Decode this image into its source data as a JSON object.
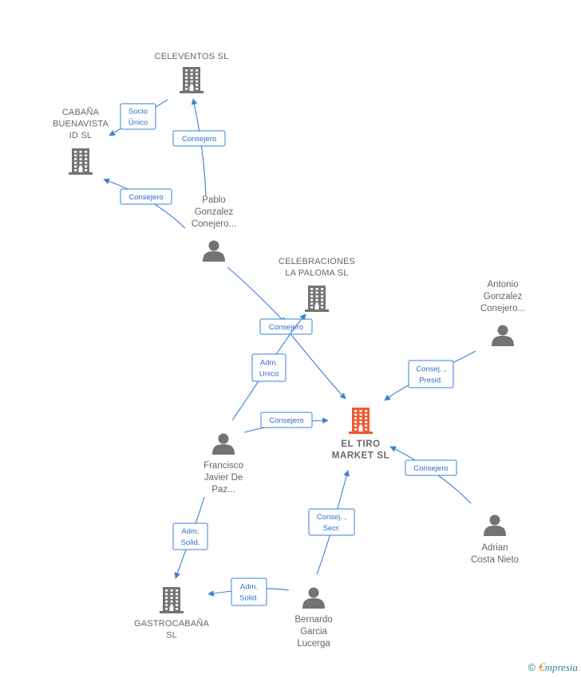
{
  "colors": {
    "company": "#737373",
    "person": "#737373",
    "center": "#f0582f",
    "edge": "#3a80d8"
  },
  "nodes": [
    {
      "id": "celeventos",
      "kind": "company",
      "label": [
        "CELEVENTOS SL"
      ]
    },
    {
      "id": "cabana",
      "kind": "company",
      "label": [
        "CABAÑA",
        "BUENAVISTA",
        "ID  SL"
      ]
    },
    {
      "id": "pablo",
      "kind": "person",
      "label": [
        "Pablo",
        "Gonzalez",
        "Conejero..."
      ]
    },
    {
      "id": "celebraciones",
      "kind": "company",
      "label": [
        "CELEBRACIONES",
        "LA PALOMA  SL"
      ]
    },
    {
      "id": "antonio",
      "kind": "person",
      "label": [
        "Antonio",
        "Gonzalez",
        "Conejero..."
      ]
    },
    {
      "id": "eltiro",
      "kind": "center",
      "label": [
        "EL TIRO",
        "MARKET  SL"
      ]
    },
    {
      "id": "francisco",
      "kind": "person",
      "label": [
        "Francisco",
        "Javier De",
        "Paz..."
      ]
    },
    {
      "id": "adrian",
      "kind": "person",
      "label": [
        "Adrian",
        "Costa Nieto"
      ]
    },
    {
      "id": "gastro",
      "kind": "company",
      "label": [
        "GASTROCABAÑA",
        "SL"
      ]
    },
    {
      "id": "bernardo",
      "kind": "person",
      "label": [
        "Bernardo",
        "Garcia",
        "Lucerga"
      ]
    }
  ],
  "edges": [
    {
      "id": "e1",
      "label": [
        "Socio",
        "Único"
      ]
    },
    {
      "id": "e2",
      "label": [
        "Consejero"
      ]
    },
    {
      "id": "e3",
      "label": [
        "Consejero"
      ]
    },
    {
      "id": "e4",
      "label": [
        "Consejero"
      ]
    },
    {
      "id": "e5",
      "label": [
        "Adm.",
        "Unico"
      ]
    },
    {
      "id": "e6",
      "label": [
        "Consej. ,",
        "Presid."
      ]
    },
    {
      "id": "e7",
      "label": [
        "Consejero"
      ]
    },
    {
      "id": "e8",
      "label": [
        "Consejero"
      ]
    },
    {
      "id": "e9",
      "label": [
        "Consej. ,",
        "Secr."
      ]
    },
    {
      "id": "e10",
      "label": [
        "Adm.",
        "Solid."
      ]
    },
    {
      "id": "e11",
      "label": [
        "Adm.",
        "Solid."
      ]
    }
  ],
  "footer": {
    "copyright": "©",
    "brand_initial": "€",
    "brand_rest": "mpresia"
  }
}
